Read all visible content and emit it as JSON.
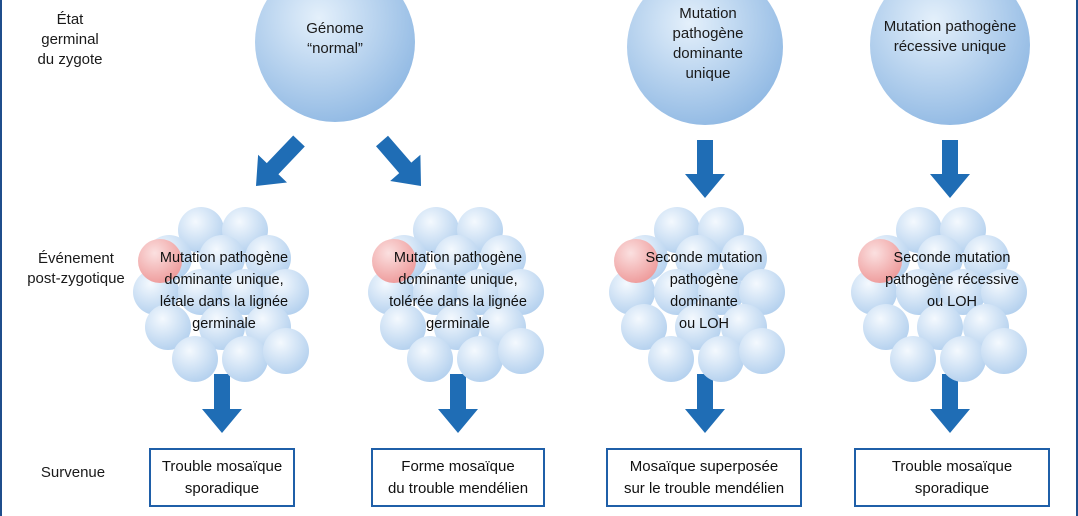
{
  "row_labels": {
    "germline": [
      "État",
      "germinal",
      "du zygote"
    ],
    "post_zygotic": [
      "Événement",
      "post-zygotique"
    ],
    "outcome": [
      "Survenue"
    ]
  },
  "germline_states": [
    {
      "lines": [
        "Génome",
        "“normal”"
      ]
    },
    {
      "lines": [
        "Mutation",
        "pathogène",
        "dominante",
        "unique"
      ]
    },
    {
      "lines": [
        "Mutation pathogène",
        "récessive unique"
      ]
    }
  ],
  "post_zygotic_events": [
    {
      "lines": [
        "Mutation pathogène",
        "dominante unique,",
        "létale dans la lignée",
        "germinale"
      ]
    },
    {
      "lines": [
        "Mutation pathogène",
        "dominante unique,",
        "tolérée dans la lignée",
        "germinale"
      ]
    },
    {
      "lines": [
        "Seconde mutation",
        "pathogène",
        "dominante",
        "ou LOH"
      ]
    },
    {
      "lines": [
        "Seconde mutation",
        "pathogène récessive",
        "ou LOH"
      ]
    }
  ],
  "outcomes": [
    {
      "lines": [
        "Trouble mosaïque",
        "sporadique"
      ]
    },
    {
      "lines": [
        "Forme mosaïque",
        "du trouble mendélien"
      ]
    },
    {
      "lines": [
        "Mosaïque superposée",
        "sur le trouble mendélien"
      ]
    },
    {
      "lines": [
        "Trouble mosaïque",
        "sporadique"
      ]
    }
  ],
  "colors": {
    "arrow": "#1f6db5",
    "box_border": "#1f5fa8",
    "frame": "#1f4e8c",
    "sphere_light": "#e4f0fb",
    "sphere_dark": "#8fb8e3",
    "cell_light": "#eef5fd",
    "cell_dark": "#b3d0ee",
    "mutant_cell_light": "#fbe0e0",
    "mutant_cell_dark": "#ee9a9a"
  }
}
